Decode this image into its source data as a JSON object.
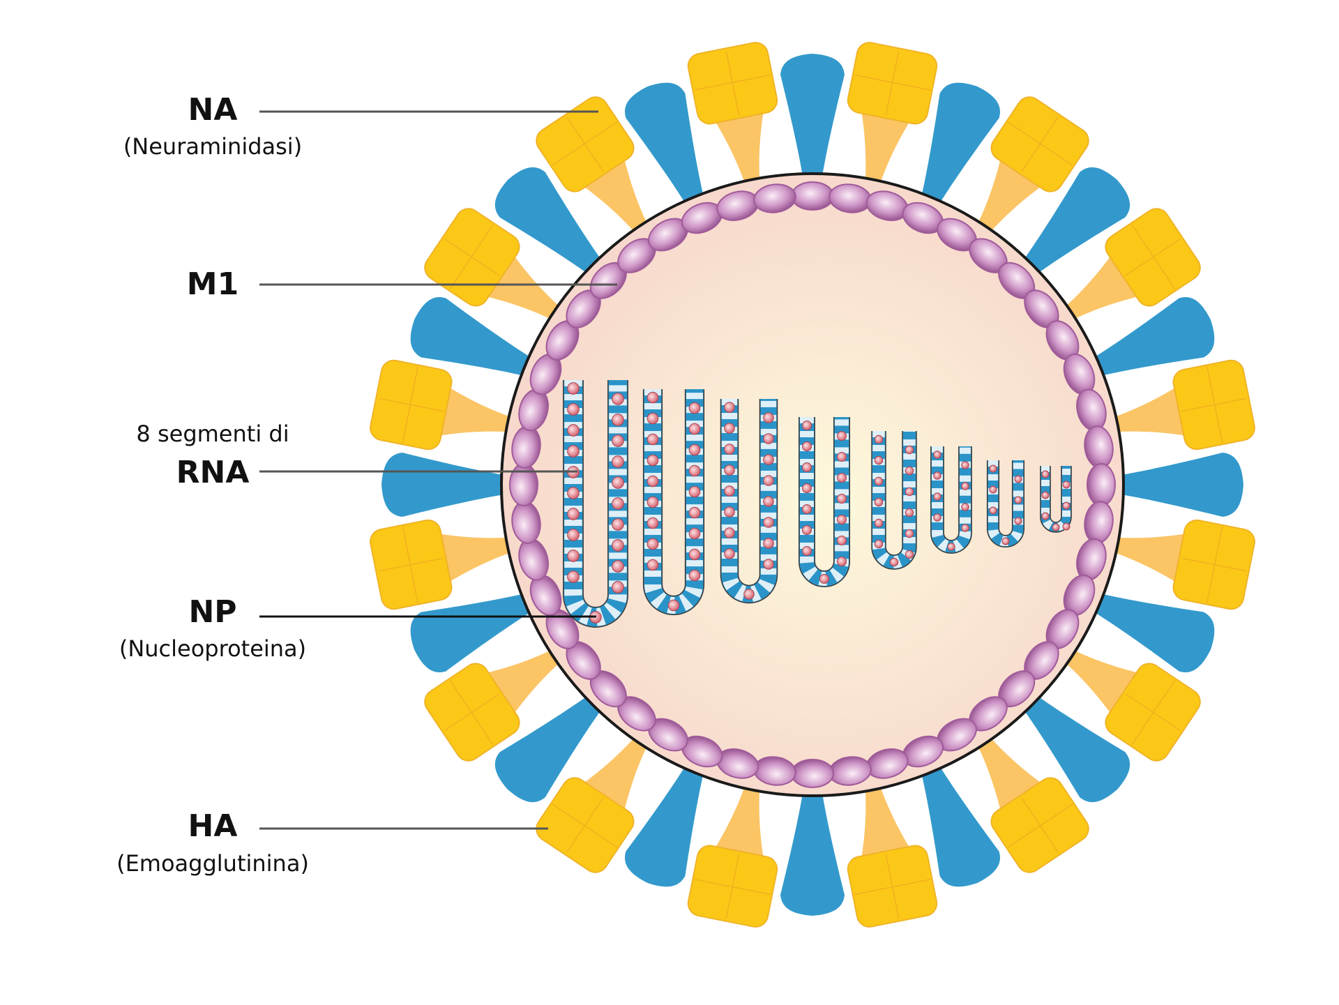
{
  "labels": {
    "na": {
      "name": "NA",
      "desc": "(Neuraminidasi)"
    },
    "m1": {
      "name": "M1"
    },
    "rna": {
      "prefix": "8 segmenti di",
      "name": "RNA"
    },
    "np": {
      "name": "NP",
      "desc": "(Nucleoproteina)"
    },
    "ha": {
      "name": "HA",
      "desc": "(Emoagglutinina)"
    }
  },
  "structure": {
    "spike_count": 32,
    "capsid_bead_count": 48,
    "rna_segment_count": 8
  },
  "colors": {
    "ha_spike": "#3399cc",
    "na_head": "#fcc817",
    "na_stalk": "#fbc465",
    "membrane": "#f6d3c9",
    "core": "#fdf9dc",
    "m1_bead": "#a05a9a",
    "rna_ribbon": "#2a94c9",
    "np_bead": "#d9707a",
    "leader": "#444444"
  }
}
